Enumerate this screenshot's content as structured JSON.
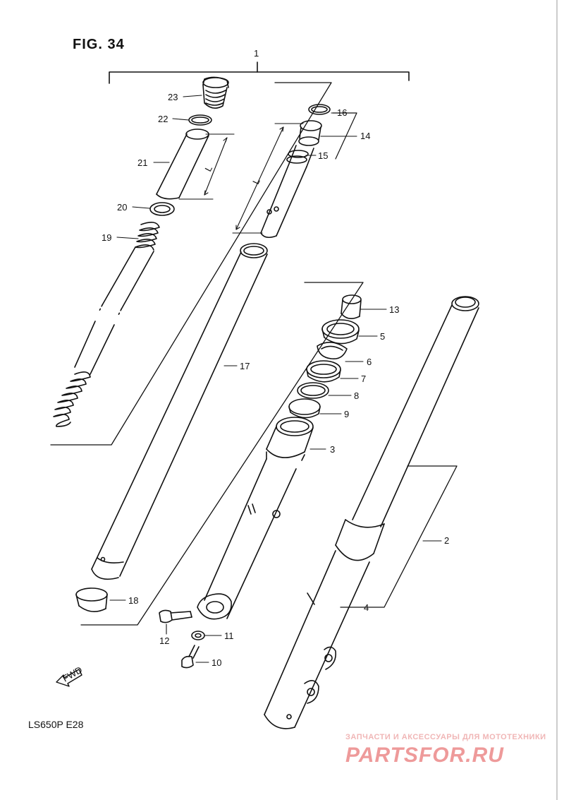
{
  "figure": {
    "title": "FIG. 34",
    "model_code": "LS650P  E28"
  },
  "watermark": {
    "tagline": "ЗАПЧАСТИ И АКСЕССУАРЫ ДЛЯ МОТОТЕХНИКИ",
    "logo": "PARTSFOR.RU",
    "color": "#ee9a9a"
  },
  "fwd_icon_label": "FWD",
  "dimension_label": "L",
  "callouts": {
    "n1": "1",
    "n2": "2",
    "n3": "3",
    "n4": "4",
    "n5": "5",
    "n6": "6",
    "n7": "7",
    "n8": "8",
    "n9": "9",
    "n10": "10",
    "n11": "11",
    "n12": "12",
    "n13": "13",
    "n14": "14",
    "n15": "15",
    "n16": "16",
    "n17": "17",
    "n18": "18",
    "n19": "19",
    "n20": "20",
    "n21": "21",
    "n22": "22",
    "n23": "23"
  }
}
